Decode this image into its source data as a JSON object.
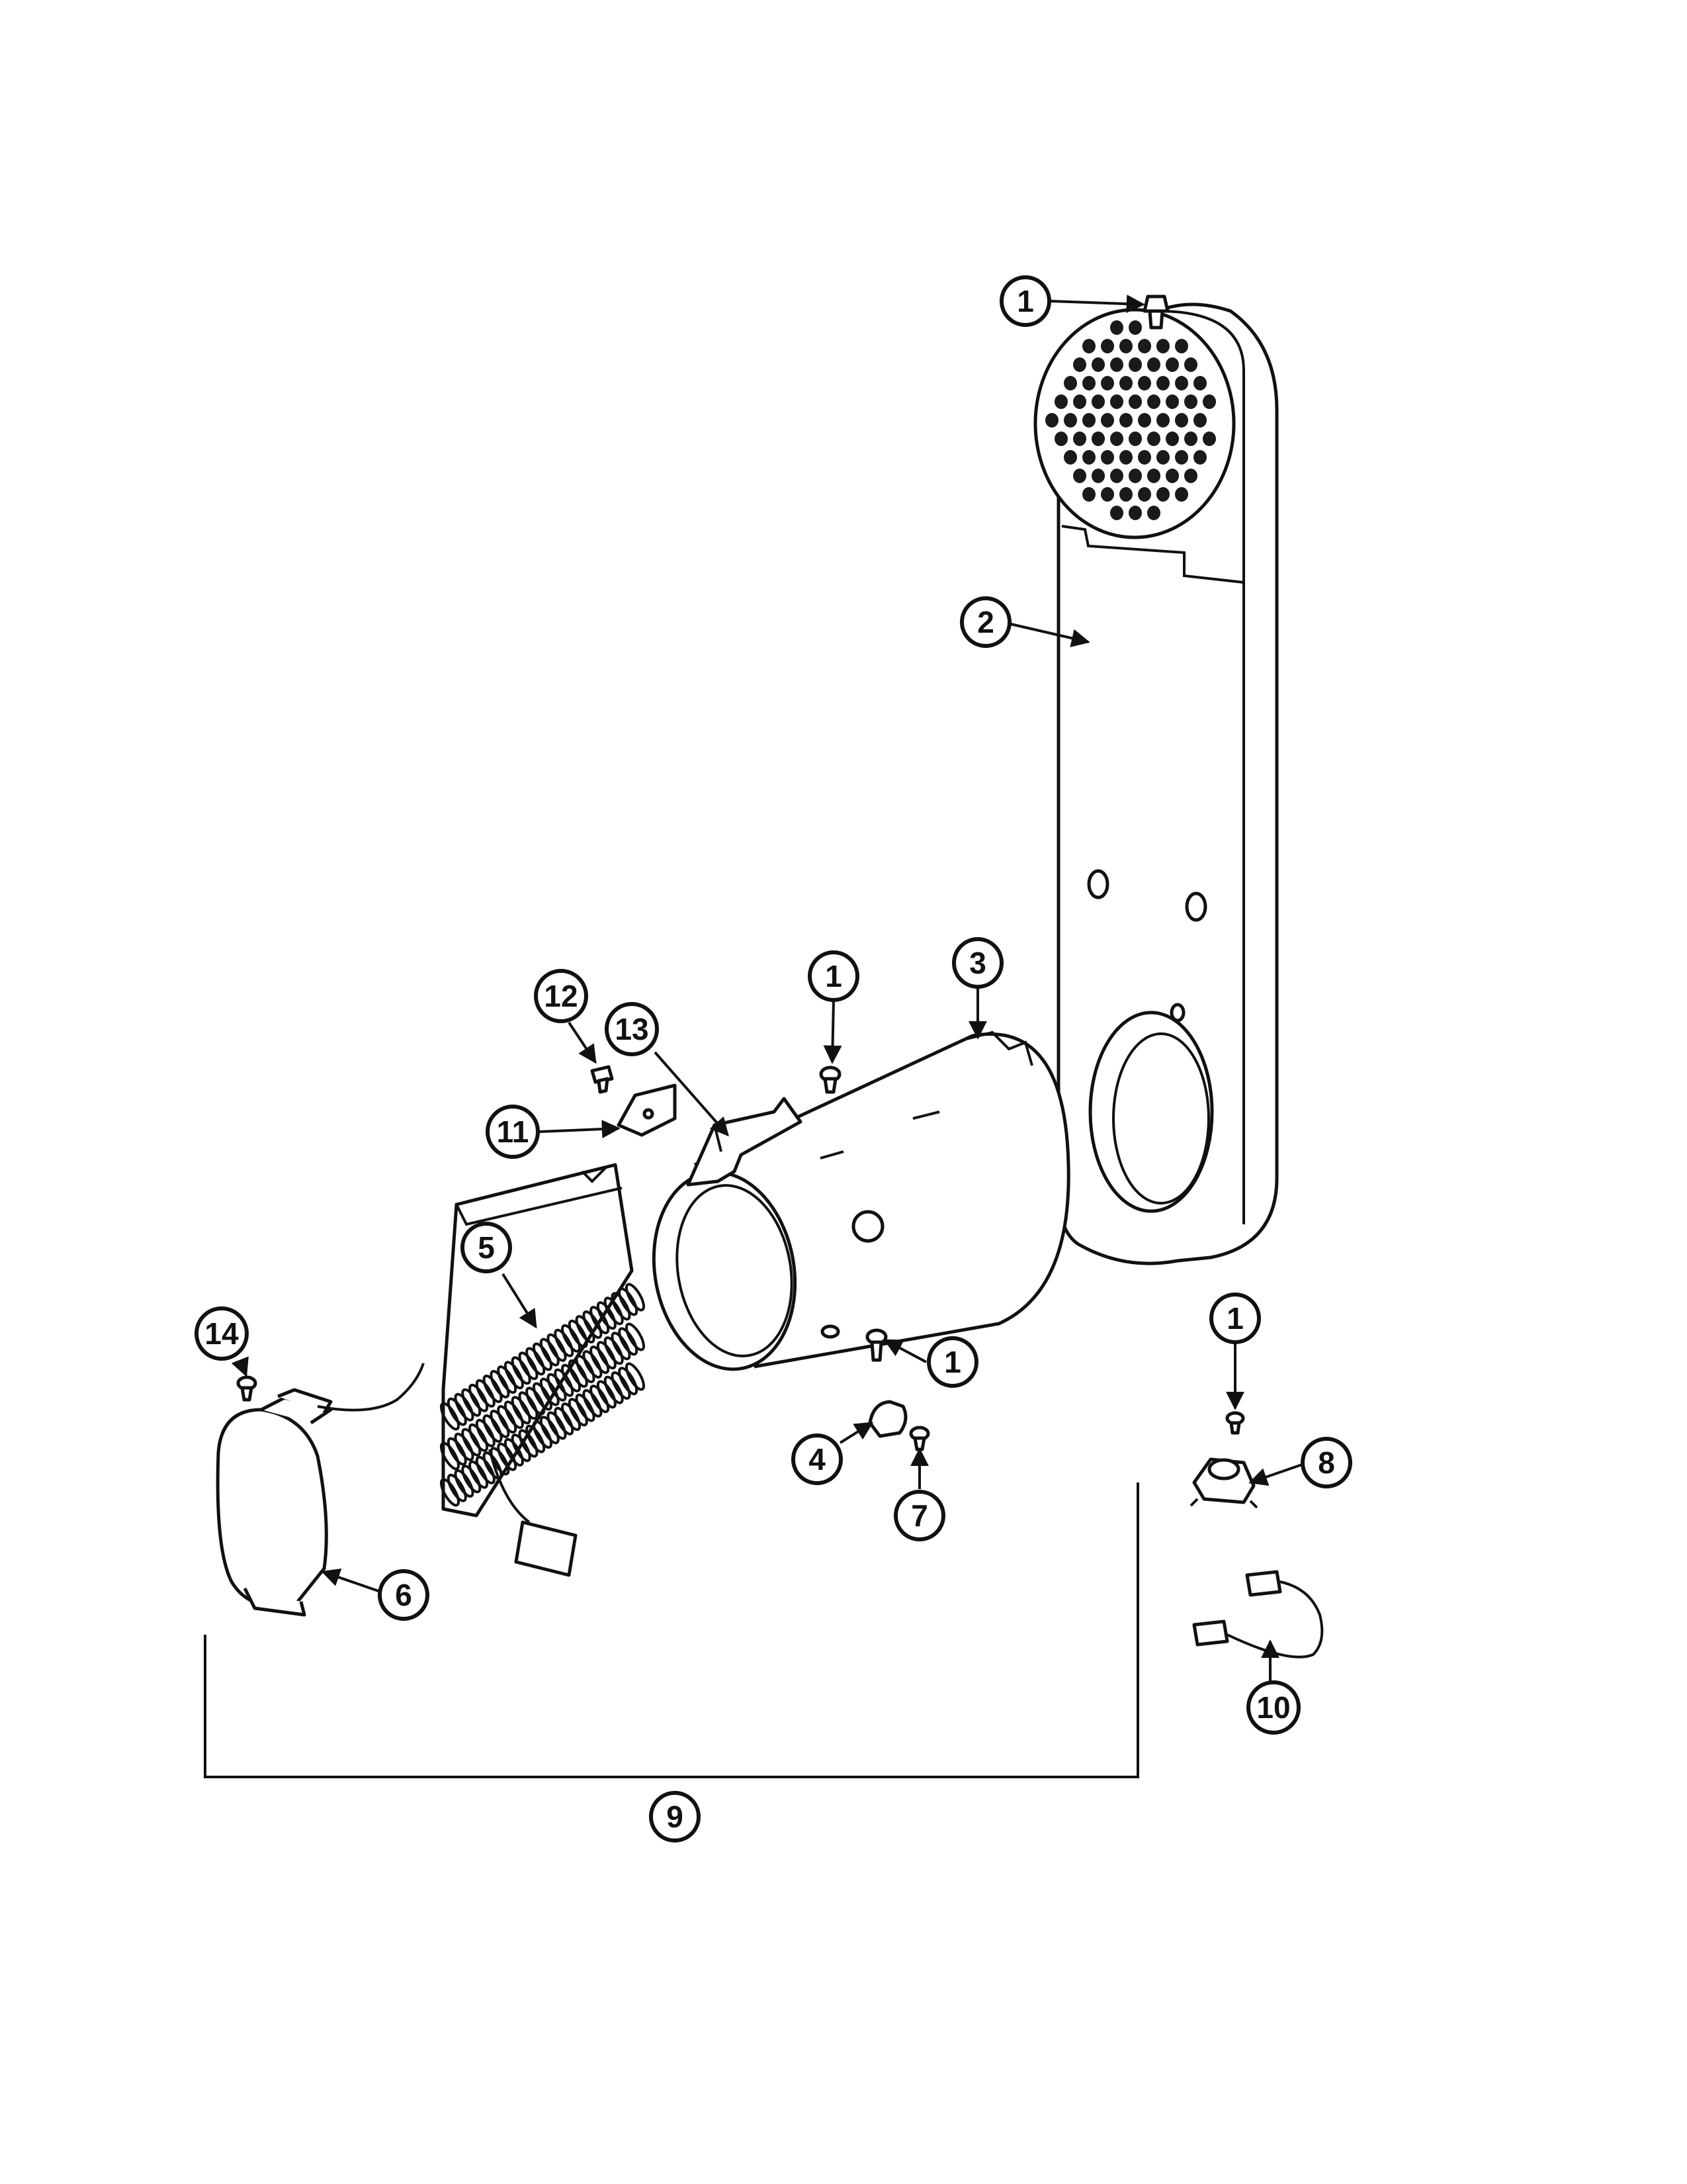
{
  "callouts": [
    {
      "id": "c1a",
      "label": "1"
    },
    {
      "id": "c2",
      "label": "2"
    },
    {
      "id": "c3",
      "label": "3"
    },
    {
      "id": "c1b",
      "label": "1"
    },
    {
      "id": "c12",
      "label": "12"
    },
    {
      "id": "c13",
      "label": "13"
    },
    {
      "id": "c11",
      "label": "11"
    },
    {
      "id": "c5",
      "label": "5"
    },
    {
      "id": "c14",
      "label": "14"
    },
    {
      "id": "c1c",
      "label": "1"
    },
    {
      "id": "c4",
      "label": "4"
    },
    {
      "id": "c7",
      "label": "7"
    },
    {
      "id": "c6",
      "label": "6"
    },
    {
      "id": "c1d",
      "label": "1"
    },
    {
      "id": "c8",
      "label": "8"
    },
    {
      "id": "c10",
      "label": "10"
    },
    {
      "id": "c9",
      "label": "9"
    }
  ]
}
